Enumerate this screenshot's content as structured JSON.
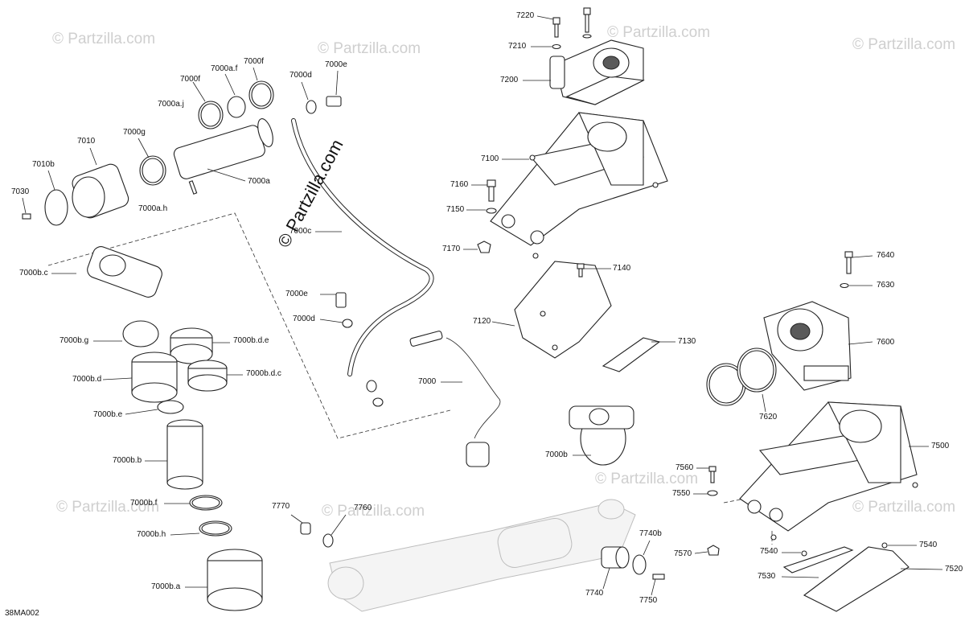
{
  "diagram": {
    "code": "38MA002",
    "watermark": "© Partzilla.com",
    "labels": [
      {
        "id": "p7220",
        "text": "7220"
      },
      {
        "id": "p7210",
        "text": "7210"
      },
      {
        "id": "p7200",
        "text": "7200"
      },
      {
        "id": "p7100",
        "text": "7100"
      },
      {
        "id": "p7160",
        "text": "7160"
      },
      {
        "id": "p7150",
        "text": "7150"
      },
      {
        "id": "p7170",
        "text": "7170"
      },
      {
        "id": "p7140",
        "text": "7140"
      },
      {
        "id": "p7120",
        "text": "7120"
      },
      {
        "id": "p7130",
        "text": "7130"
      },
      {
        "id": "p7000",
        "text": "7000"
      },
      {
        "id": "p7000b",
        "text": "7000b"
      },
      {
        "id": "p7640",
        "text": "7640"
      },
      {
        "id": "p7630",
        "text": "7630"
      },
      {
        "id": "p7600",
        "text": "7600"
      },
      {
        "id": "p7620",
        "text": "7620"
      },
      {
        "id": "p7500",
        "text": "7500"
      },
      {
        "id": "p7560",
        "text": "7560"
      },
      {
        "id": "p7550",
        "text": "7550"
      },
      {
        "id": "p7570",
        "text": "7570"
      },
      {
        "id": "p7540a",
        "text": "7540"
      },
      {
        "id": "p7540b",
        "text": "7540"
      },
      {
        "id": "p7530",
        "text": "7530"
      },
      {
        "id": "p7520",
        "text": "7520"
      },
      {
        "id": "p7740b",
        "text": "7740b"
      },
      {
        "id": "p7740",
        "text": "7740"
      },
      {
        "id": "p7750",
        "text": "7750"
      },
      {
        "id": "p7770",
        "text": "7770"
      },
      {
        "id": "p7760",
        "text": "7760"
      },
      {
        "id": "p7000af",
        "text": "7000a.f"
      },
      {
        "id": "p7000f1",
        "text": "7000f"
      },
      {
        "id": "p7000f2",
        "text": "7000f"
      },
      {
        "id": "p7000e1",
        "text": "7000e"
      },
      {
        "id": "p7000d1",
        "text": "7000d"
      },
      {
        "id": "p7000aj",
        "text": "7000a.j"
      },
      {
        "id": "p7010",
        "text": "7010"
      },
      {
        "id": "p7000g",
        "text": "7000g"
      },
      {
        "id": "p7010b",
        "text": "7010b"
      },
      {
        "id": "p7030",
        "text": "7030"
      },
      {
        "id": "p7000a",
        "text": "7000a"
      },
      {
        "id": "p7000ah",
        "text": "7000a.h"
      },
      {
        "id": "p7000c",
        "text": "7000c"
      },
      {
        "id": "p7000e2",
        "text": "7000e"
      },
      {
        "id": "p7000d2",
        "text": "7000d"
      },
      {
        "id": "p7000bc",
        "text": "7000b.c"
      },
      {
        "id": "p7000bg",
        "text": "7000b.g"
      },
      {
        "id": "p7000bde",
        "text": "7000b.d.e"
      },
      {
        "id": "p7000bd",
        "text": "7000b.d"
      },
      {
        "id": "p7000bdc",
        "text": "7000b.d.c"
      },
      {
        "id": "p7000be",
        "text": "7000b.e"
      },
      {
        "id": "p7000bb",
        "text": "7000b.b"
      },
      {
        "id": "p7000bf",
        "text": "7000b.f"
      },
      {
        "id": "p7000bh",
        "text": "7000b.h"
      },
      {
        "id": "p7000ba",
        "text": "7000b.a"
      }
    ]
  }
}
